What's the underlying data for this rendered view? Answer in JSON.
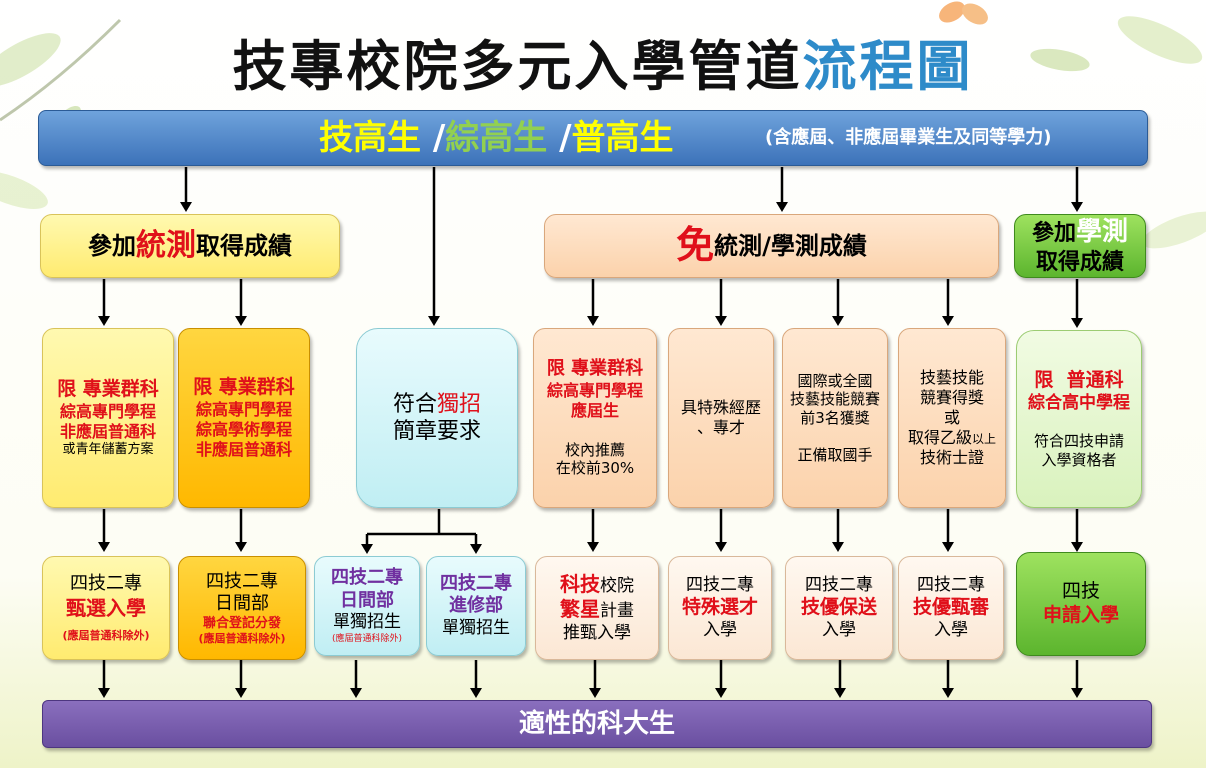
{
  "title": {
    "main": "技專校院多元入學管道",
    "accent": "流程圖"
  },
  "top_bar": {
    "s1": "技高生",
    "sep1": " /",
    "s2": "綜高生",
    "sep2": " /",
    "s3": "普高生",
    "note": "(含應屆、非應屆畢業生及同等學力)"
  },
  "headers": {
    "tongce": {
      "pre": "參加",
      "accent": "統測",
      "post": "取得成績"
    },
    "mian": {
      "accent": "免",
      "post": "統測/學測成績"
    },
    "xuece": {
      "pre": "參加",
      "accent": "學測",
      "line2": "取得成績"
    }
  },
  "req": {
    "r1": {
      "l1": "限 專業群科",
      "l2": "綜高專門學程",
      "l3": "非應屆普通科",
      "l4": "或青年儲蓄方案"
    },
    "r2": {
      "l1": "限 專業群科",
      "l2": "綜高專門學程",
      "l3": "綜高學術學程",
      "l4": "非應屆普通科"
    },
    "r3": {
      "pre": "符合",
      "accent": "獨招",
      "l2": "簡章要求"
    },
    "r4": {
      "l1": "限 專業群科",
      "l2": "綜高專門學程",
      "l3": "應屆生",
      "l4": "校內推薦",
      "l5": "在校前30%"
    },
    "r5": {
      "l1": "具特殊經歷",
      "l2": "、專才"
    },
    "r6": {
      "l1": "國際或全國",
      "l2": "技藝技能競賽",
      "l3": "前3名獲獎",
      "l4": "正備取國手"
    },
    "r7": {
      "l1": "技藝技能",
      "l2": "競賽得獎",
      "l3": "或",
      "l4a": "取得乙級",
      "l4b": "以上",
      "l5": "技術士證"
    },
    "r8": {
      "l1": "限  普通科",
      "l2": "綜合高中學程",
      "l3": "符合四技申請",
      "l4": "入學資格者"
    }
  },
  "chan": {
    "c1": {
      "l1": "四技二專",
      "l2": "甄選入學",
      "l3": "(應屆普通科除外)"
    },
    "c2": {
      "l1": "四技二專",
      "l2": "日間部",
      "l3": "聯合登記分發",
      "l4": "(應屆普通科除外)"
    },
    "c3": {
      "l1": "四技二專",
      "l2": "日間部",
      "l3": "單獨招生",
      "l4": "(應屆普通科除外)"
    },
    "c4": {
      "l1": "四技二專",
      "l2": "進修部",
      "l3": "單獨招生"
    },
    "c5": {
      "a1": "科技",
      "a2": "校院",
      "b1": "繁星",
      "b2": "計畫",
      "l3": "推甄入學"
    },
    "c6": {
      "l1": "四技二專",
      "l2": "特殊選才",
      "l3": "入學"
    },
    "c7": {
      "l1": "四技二專",
      "l2": "技優保送",
      "l3": "入學"
    },
    "c8": {
      "l1": "四技二專",
      "l2": "技優甄審",
      "l3": "入學"
    },
    "c9": {
      "l1": "四技",
      "l2": "申請入學"
    }
  },
  "bottom": {
    "label": "適性的科大生"
  },
  "colors": {
    "top_bar": "#4a80c4",
    "bottom_bar": "#7a5fb0",
    "accent_red": "#e0101a",
    "accent_purple": "#7030a0",
    "title_blue": "#2e8bc9",
    "yellow_light": "#fff49a",
    "yellow_deep": "#ffc20e",
    "cyan": "#d2f4f8",
    "peach": "#fde0c2",
    "green_light": "#e6f7d2",
    "green_deep": "#78c840"
  }
}
